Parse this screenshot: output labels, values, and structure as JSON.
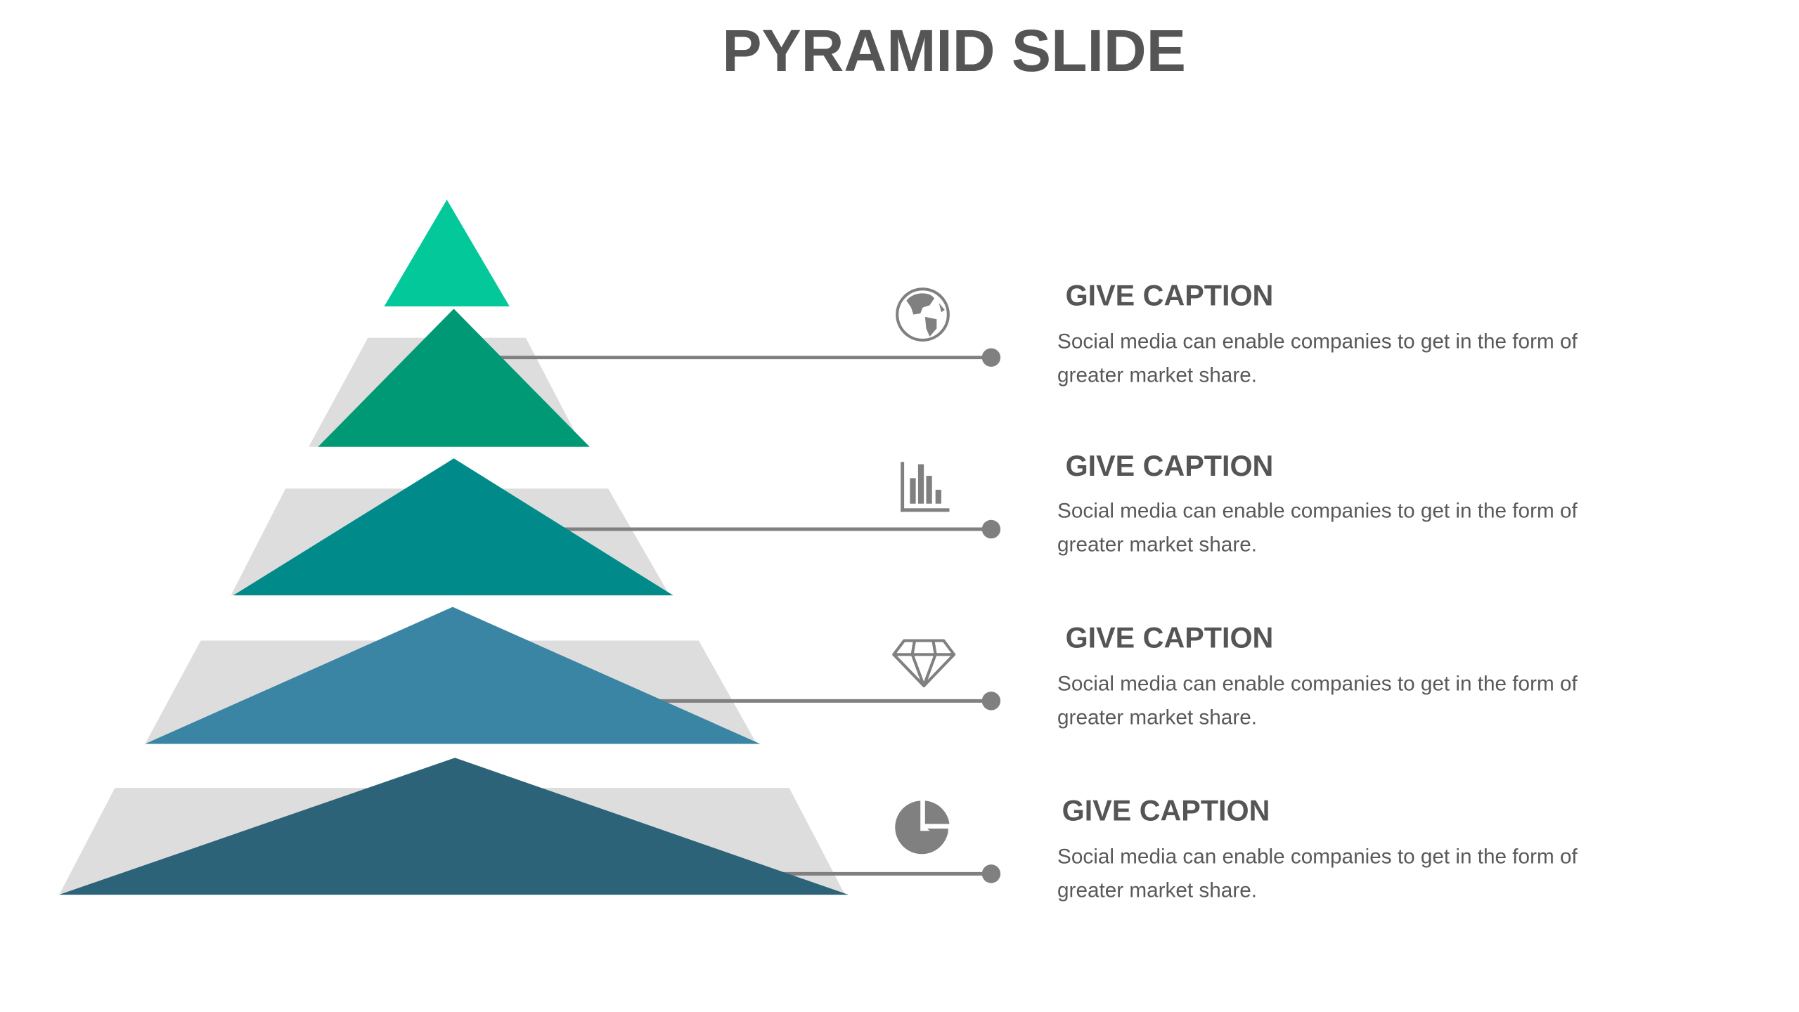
{
  "title": "PYRAMID SLIDE",
  "colors": {
    "level1": "#03C99A",
    "level2": "#009975",
    "level3": "#008B8A",
    "level4": "#3A84A4",
    "level5": "#2C6379",
    "backdrop": "#DDDDDD",
    "connector": "#808080",
    "text": "#555555"
  },
  "items": [
    {
      "icon": "globe-icon",
      "caption": "GIVE CAPTION",
      "line1": "Social media can enable companies to get in the form of",
      "line2": "greater market share."
    },
    {
      "icon": "bar-chart-icon",
      "caption": "GIVE CAPTION",
      "line1": "Social media can enable companies to get in the form of",
      "line2": "greater market share."
    },
    {
      "icon": "diamond-icon",
      "caption": "GIVE CAPTION",
      "line1": "Social media can enable companies to get in the form of",
      "line2": "greater market share."
    },
    {
      "icon": "pie-chart-icon",
      "caption": "GIVE CAPTION",
      "line1": "Social media can enable companies to get in the form of",
      "line2": "greater market share."
    }
  ]
}
